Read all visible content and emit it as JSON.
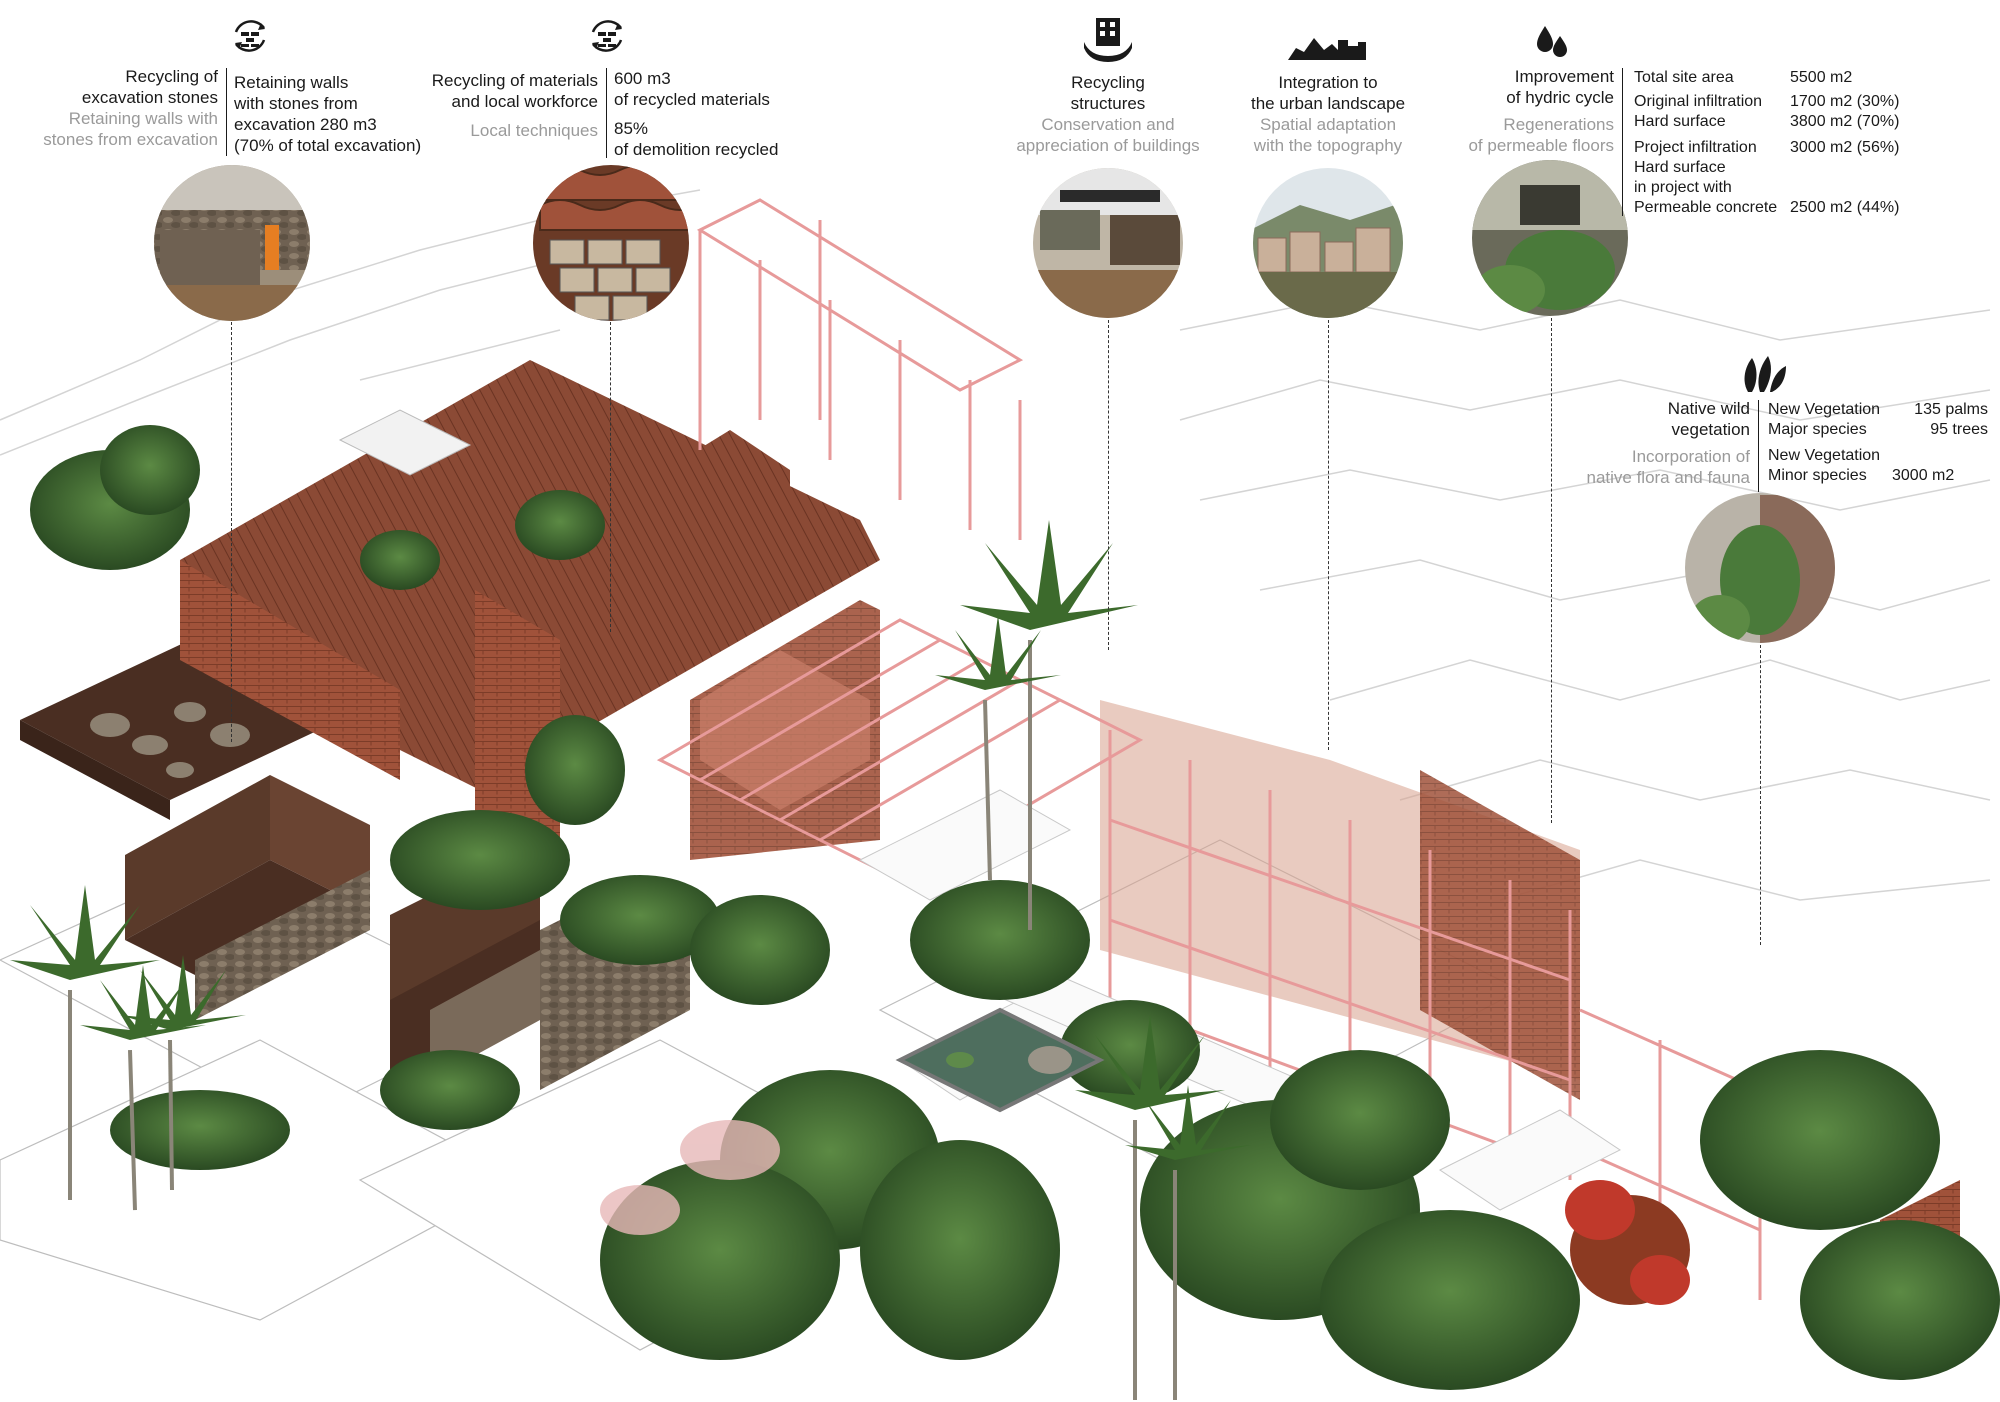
{
  "annotations": {
    "excavation": {
      "title_line1": "Recycling of",
      "title_line2": "excavation stones",
      "sub_line1": "Retaining walls with",
      "sub_line2": "stones from excavation",
      "detail_line1": "Retaining walls",
      "detail_line2": "with stones from",
      "detail_line3": "excavation 280 m3",
      "detail_line4": "(70% of total excavation)",
      "icon": "brick-recycle-icon"
    },
    "materials": {
      "title_line1": "Recycling of materials",
      "title_line2": "and local workforce",
      "sub_line1": "Local techniques",
      "detail_line1": "600 m3",
      "detail_line2": "of recycled materials",
      "detail_line3": "85%",
      "detail_line4": "of demolition recycled",
      "icon": "brick-recycle-icon"
    },
    "structures": {
      "title_line1": "Recycling",
      "title_line2": "structures",
      "sub_line1": "Conservation and",
      "sub_line2": "appreciation of buildings",
      "icon": "building-hand-icon"
    },
    "urban": {
      "title_line1": "Integration to",
      "title_line2": "the urban landscape",
      "sub_line1": "Spatial adaptation",
      "sub_line2": "with the topography",
      "icon": "skyline-icon"
    },
    "hydric": {
      "title_line1": "Improvement",
      "title_line2": "of hydric cycle",
      "sub_line1": "Regenerations",
      "sub_line2": "of permeable floors",
      "icon": "water-drops-icon",
      "rows": [
        {
          "k": "Total site area",
          "v": "5500 m2"
        },
        {
          "k": "Original infiltration",
          "v": "1700 m2  (30%)"
        },
        {
          "k": "Hard surface",
          "v": "3800 m2  (70%)"
        },
        {
          "k": "Project infiltration",
          "v": "3000 m2  (56%)"
        },
        {
          "k": "Hard surface",
          "v": ""
        },
        {
          "k": "in project with",
          "v": ""
        },
        {
          "k": "Permeable concrete",
          "v": "2500 m2  (44%)"
        }
      ]
    },
    "vegetation": {
      "title_line1": "Native wild",
      "title_line2": "vegetation",
      "sub_line1": "Incorporation of",
      "sub_line2": "native flora and fauna",
      "icon": "leaves-icon",
      "rows": [
        {
          "k": "New Vegetation",
          "v": "135 palms"
        },
        {
          "k": "Major species",
          "v": "95 trees"
        },
        {
          "k": "New Vegetation",
          "v": ""
        },
        {
          "k": "Minor species",
          "v": "3000 m2"
        }
      ]
    }
  },
  "colors": {
    "brick": "#a0523a",
    "roof": "#8b4a35",
    "frame_pink": "#e79a9a",
    "foliage": "#3e6b2f",
    "foliage_dark": "#2a4a22",
    "stone": "#7a6a5a",
    "soil": "#5a3a2a",
    "contour": "#cfcfcf",
    "water": "#5b7a6a",
    "flower_red": "#c0392b"
  }
}
